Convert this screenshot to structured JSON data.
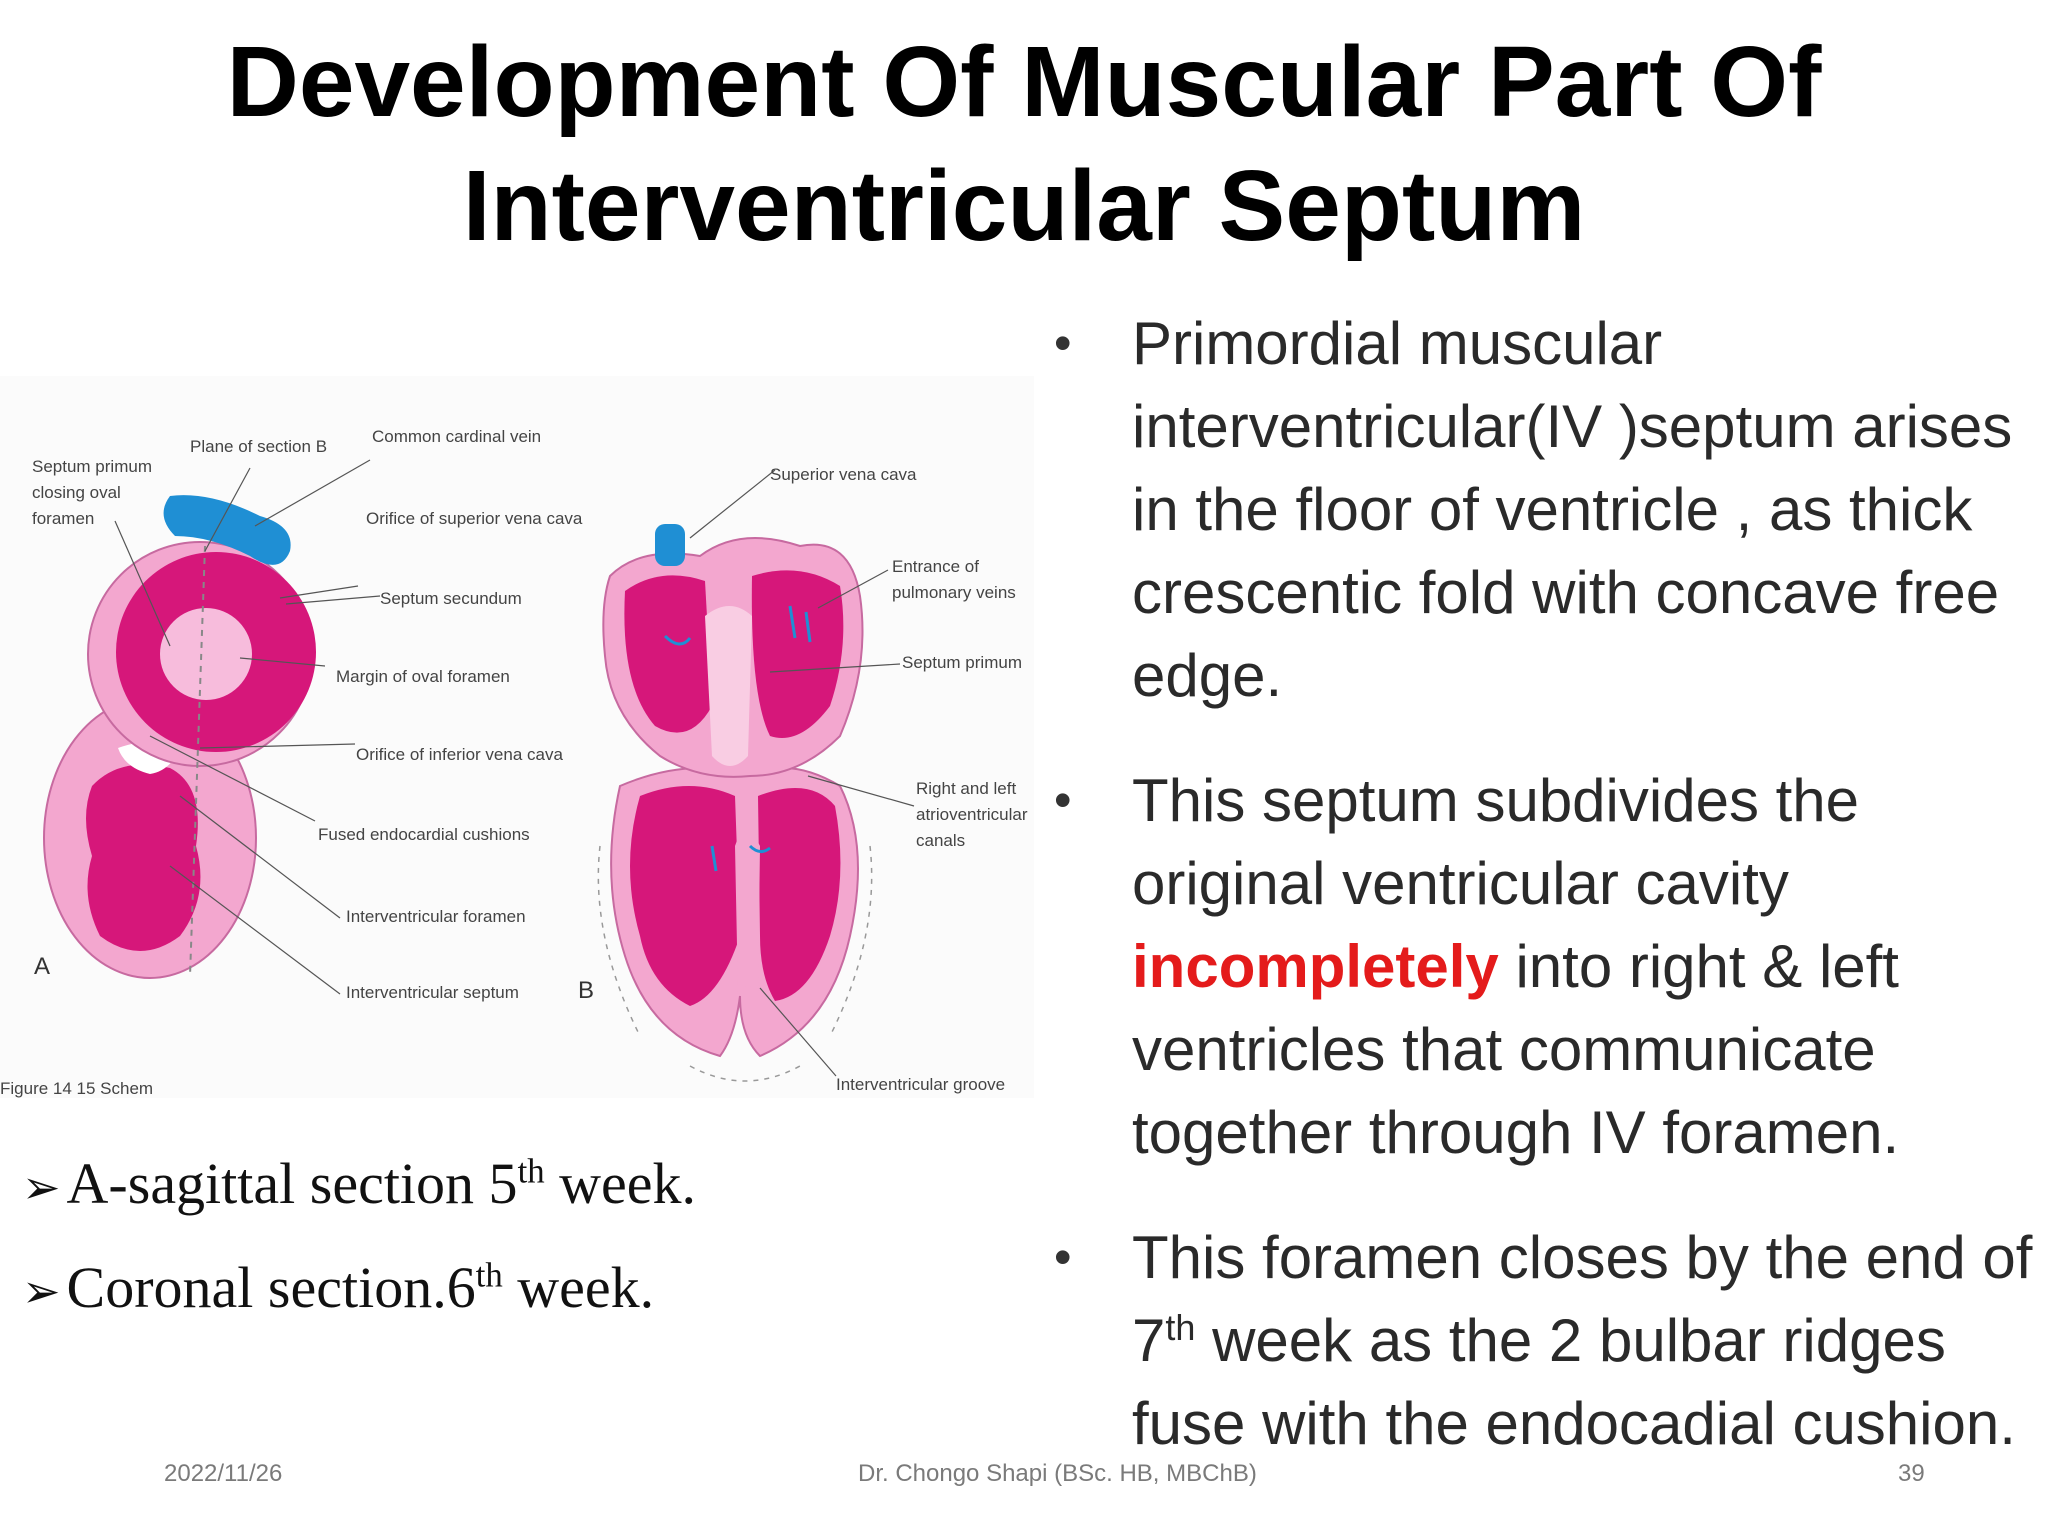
{
  "slide": {
    "title_line1": "Development Of Muscular Part Of",
    "title_line2": "Interventricular Septum"
  },
  "figure": {
    "labels_a": {
      "septum_primum": [
        "Septum primum",
        "closing oval",
        "foramen"
      ],
      "plane_of_section": "Plane of section B",
      "common_cardinal_vein": "Common cardinal vein",
      "orifice_svc": "Orifice of superior vena cava",
      "septum_secundum": "Septum secundum",
      "margin_oval_foramen": "Margin of oval foramen",
      "orifice_ivc": "Orifice of inferior vena cava",
      "fused_cushions": "Fused endocardial cushions",
      "iv_foramen": "Interventricular foramen",
      "iv_septum": "Interventricular septum",
      "panel_a": "A",
      "panel_b": "B",
      "figure_caption_fragment": "Figure 14   15  Schem"
    },
    "labels_b": {
      "svc": "Superior vena cava",
      "entrance_pulmonary": [
        "Entrance of",
        "pulmonary veins"
      ],
      "septum_primum": "Septum primum",
      "av_canals": [
        "Right and left",
        "atrioventricular",
        "canals"
      ],
      "iv_groove": "Interventricular groove"
    },
    "colors": {
      "magenta": "#d6177a",
      "pink": "#f3a7cf",
      "light_pink": "#f9cde3",
      "vein_blue": "#1f8fd4"
    }
  },
  "captions": {
    "line1_pre": "A-sagittal section 5",
    "line1_sup": "th",
    "line1_post": " week.",
    "line2_pre": "Coronal section.6",
    "line2_sup": "th",
    "line2_post": " week.",
    "bullet_glyph": "➢"
  },
  "bullets": {
    "dot": "•",
    "b1": "Primordial  muscular interventricular(IV )septum arises in the floor of ventricle , as thick crescentic fold with concave free edge.",
    "b2_pre": "This septum subdivides the original ventricular cavity ",
    "b2_highlight": "incompletely",
    "b2_post": " into right & left ventricles  that communicate together through IV foramen.",
    "b3_pre": "This foramen closes by the end of 7",
    "b3_sup": "th",
    "b3_post": " week as the 2 bulbar ridges fuse with the endocadial cushion."
  },
  "footer": {
    "date": "2022/11/26",
    "author": "Dr. Chongo Shapi (BSc. HB, MBChB)",
    "page": "39"
  }
}
